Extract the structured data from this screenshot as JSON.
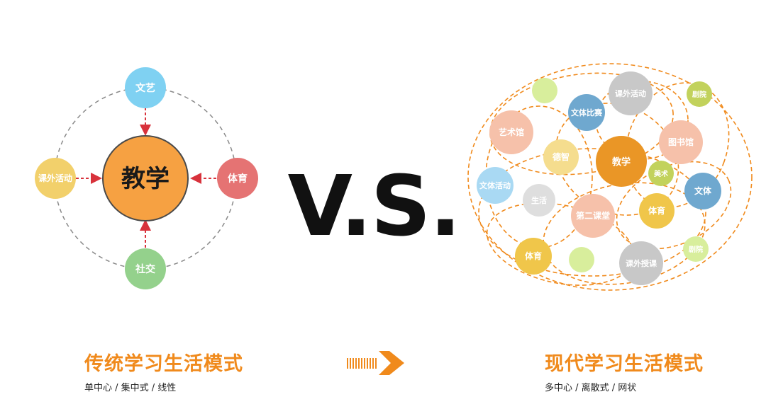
{
  "vs_label": "V.S.",
  "colors": {
    "accent": "#f08a1c",
    "dashed_gray": "#8a8a8a",
    "arrow_red": "#d8323c"
  },
  "traditional": {
    "title": "传统学习生活模式",
    "subtitle": "单中心 / 集中式 / 线性",
    "center": {
      "label": "教学",
      "color": "#f6a142"
    },
    "satellites": [
      {
        "id": "top",
        "label": "文艺",
        "color": "#7fd1f2"
      },
      {
        "id": "left",
        "label": "课外活动",
        "color": "#f2d06b"
      },
      {
        "id": "right",
        "label": "体育",
        "color": "#e57373"
      },
      {
        "id": "bottom",
        "label": "社交",
        "color": "#94d18c"
      }
    ]
  },
  "modern": {
    "title": "现代学习生活模式",
    "subtitle": "多中心 / 离散式 / 网状",
    "nodes": [
      {
        "label": "",
        "color": "#d8ee9c"
      },
      {
        "label": "课外活动",
        "color": "#c8c8c8"
      },
      {
        "label": "文体比赛",
        "color": "#6fa8cf"
      },
      {
        "label": "剧院",
        "color": "#c2d25c"
      },
      {
        "label": "艺术馆",
        "color": "#f6c1aa"
      },
      {
        "label": "德智",
        "color": "#f5dd8e"
      },
      {
        "label": "教学",
        "color": "#ea9626"
      },
      {
        "label": "图书馆",
        "color": "#f6c1aa"
      },
      {
        "label": "文体活动",
        "color": "#a9d9f3"
      },
      {
        "label": "生活",
        "color": "#dedede"
      },
      {
        "label": "美术",
        "color": "#c2d25c"
      },
      {
        "label": "文体",
        "color": "#6fa8cf"
      },
      {
        "label": "第二课堂",
        "color": "#f6c1aa"
      },
      {
        "label": "体育",
        "color": "#f0c64a"
      },
      {
        "label": "体育",
        "color": "#f0c64a"
      },
      {
        "label": "",
        "color": "#d8ee9c"
      },
      {
        "label": "课外授课",
        "color": "#c8c8c8"
      },
      {
        "label": "剧院",
        "color": "#d8ee9c"
      }
    ]
  },
  "transition_arrow": {
    "color": "#f08a1c"
  }
}
